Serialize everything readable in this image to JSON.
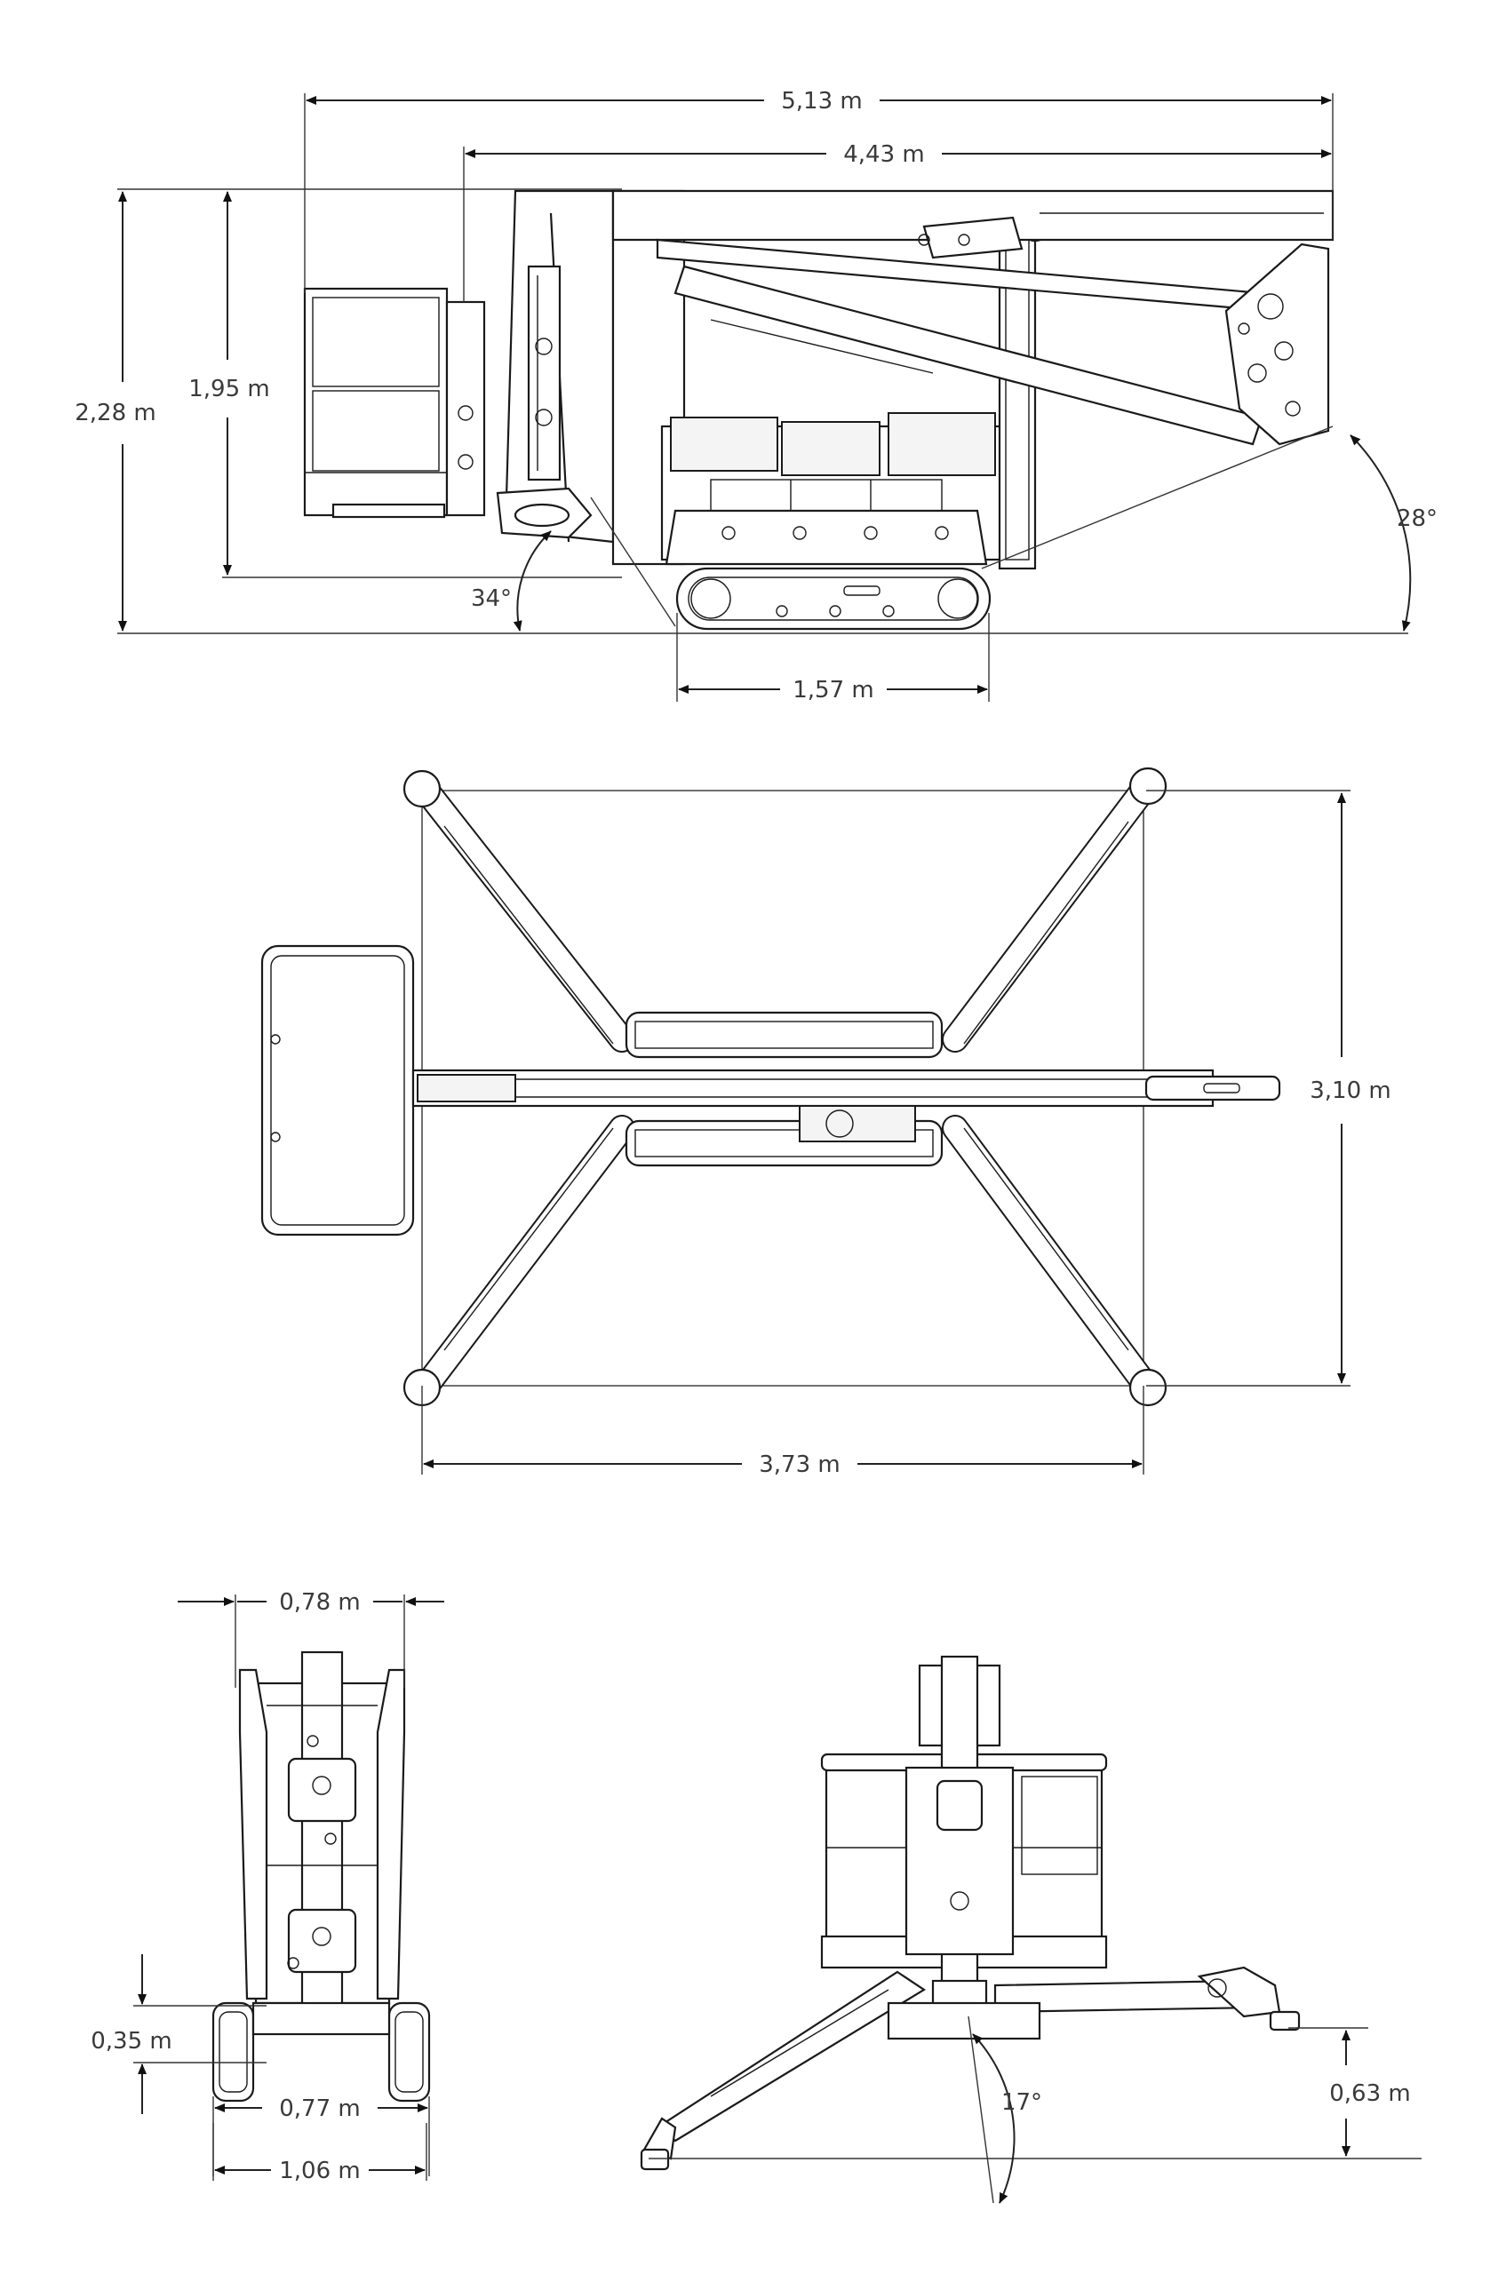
{
  "drawing": {
    "side_view": {
      "dims": {
        "overall_length": "5,13 m",
        "boom_length": "4,43 m",
        "overall_height": "2,28 m",
        "transport_height": "1,95 m",
        "track_length": "1,57 m",
        "front_angle": "28°",
        "rear_angle": "34°"
      }
    },
    "top_view": {
      "dims": {
        "outrigger_width": "3,10 m",
        "outrigger_length": "3,73 m"
      }
    },
    "front_view": {
      "dims": {
        "top_width": "0,78 m",
        "ground_clearance": "0,35 m",
        "track_gauge": "0,77 m",
        "overall_width": "1,06 m"
      }
    },
    "rear_view": {
      "dims": {
        "leg_angle": "17°",
        "leg_height": "0,63 m"
      }
    }
  }
}
